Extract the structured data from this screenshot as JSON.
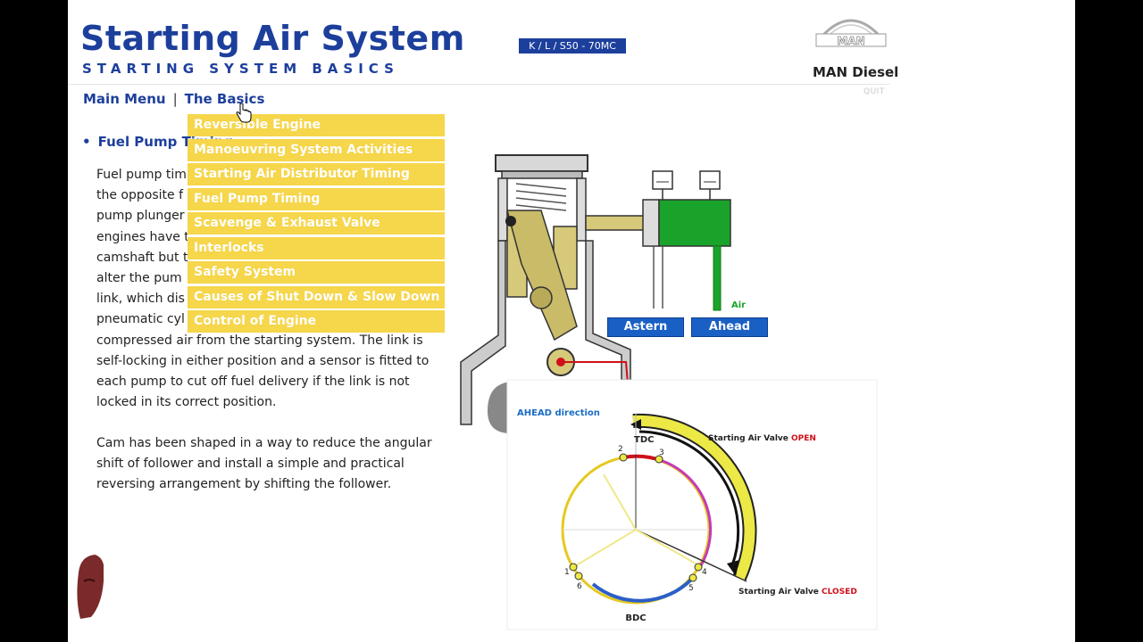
{
  "header": {
    "title": "Starting Air System",
    "subtitle": "STARTING SYSTEM BASICS",
    "badge": "K / L / S50 - 70MC",
    "brand_name": "MAN Diesel",
    "logo_text": "MAN",
    "quit_label": "QUIT"
  },
  "nav": {
    "main_menu": "Main Menu",
    "separator": "|",
    "the_basics": "The Basics"
  },
  "dropdown": {
    "items": [
      "Reversible Engine",
      "Manoeuvring System Activities",
      "Starting Air Distributor Timing",
      "Fuel Pump Timing",
      "Scavenge & Exhaust Valve",
      "Interlocks",
      "Safety System",
      "Causes of Shut Down & Slow Down",
      "Control of Engine"
    ]
  },
  "content": {
    "heading": "Fuel Pump Timing",
    "bullet": "•",
    "left_lines": [
      "Fuel pump tim",
      "the opposite f",
      "pump plunger",
      "engines have t",
      "camshaft but t",
      "alter the pum",
      "link, which dis",
      "pneumatic cyl"
    ],
    "full_lines": [
      "compressed air from the starting system. The link is",
      "self-locking in either position and a sensor is fitted to",
      "each pump to cut off fuel delivery if the link is not",
      "locked in its correct position."
    ],
    "para2_lines": [
      "Cam has been shaped in a way to reduce the angular",
      "shift of follower and install a simple and practical",
      "reversing arrangement by shifting the follower."
    ]
  },
  "controls": {
    "astern": "Astern",
    "ahead": "Ahead",
    "air_label": "Air"
  },
  "timing_diagram": {
    "direction_label": "AHEAD direction",
    "tdc": "TDC",
    "bdc": "BDC",
    "valve_open_prefix": "Starting Air Valve ",
    "valve_open_state": "OPEN",
    "valve_closed_prefix": "Starting Air Valve ",
    "valve_closed_state": "CLOSED",
    "cylinder_numbers": [
      "1",
      "2",
      "3",
      "4",
      "5",
      "6"
    ]
  },
  "colors": {
    "brand_blue": "#1d3f9c",
    "menu_yellow": "#f6d64a",
    "button_blue": "#1a5fc4",
    "actuator_green": "#1aa32a",
    "open_red": "#d0101a"
  }
}
